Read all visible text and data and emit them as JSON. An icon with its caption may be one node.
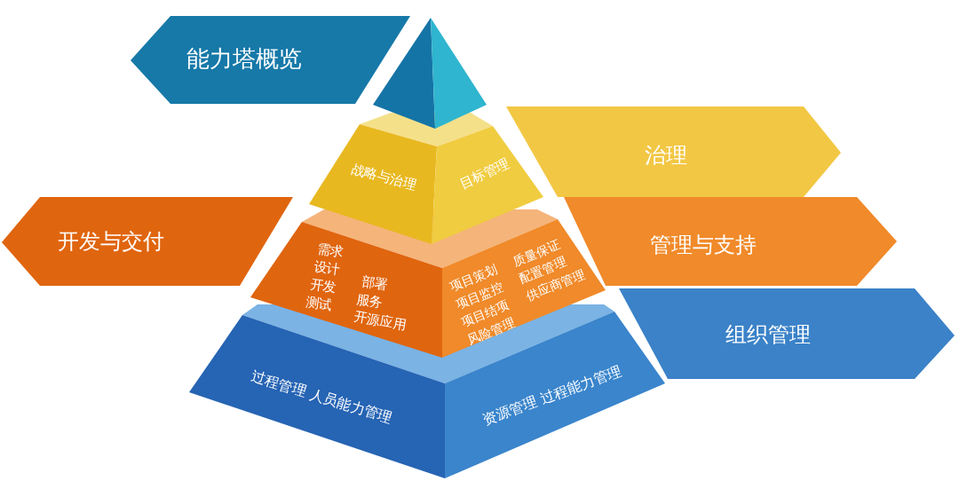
{
  "diagram": {
    "nodes": [
      {
        "text": [
          "能力塔概览"
        ]
      },
      {
        "text": [],
        "shape": "triangle"
      },
      {
        "text": [
          "治理"
        ]
      },
      {
        "text": [
          "战略与治理",
          "目标管理"
        ]
      },
      {
        "text": [
          "开发与交付"
        ]
      },
      {
        "text": [
          "管理与支持"
        ]
      },
      {
        "text": [
          "需求",
          "设计",
          "开发",
          "测试",
          "部署",
          "服务",
          "开源应用",
          "项目策划",
          "项目监控",
          "项目结项",
          "风险管理",
          "质量保证",
          "配置管理",
          "供应商管理"
        ]
      },
      {
        "text": [
          "组织管理"
        ]
      },
      {
        "text": [
          "过程管理 人员能力管理",
          "资源管理 过程能力管理"
        ]
      }
    ]
  }
}
